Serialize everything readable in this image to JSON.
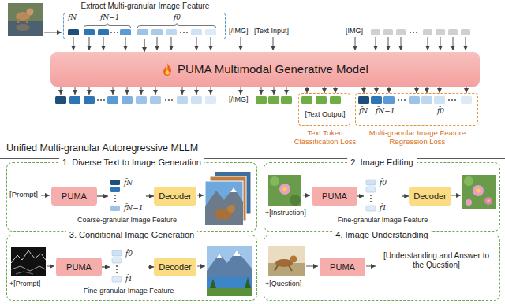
{
  "diagram": {
    "nodes": [
      {
        "text": [
          "Extract Multi-granular Image Feature",
          "f̂N",
          "f̂N−1",
          "f̂0"
        ]
      },
      {
        "text": [
          "PUMA Multimodal Generative Model"
        ]
      },
      {
        "text": [
          "[Text Output]",
          "Text Token Classification Loss"
        ]
      },
      {
        "text": [
          "f̂N",
          "f̂N−1",
          "f̂0",
          "Multi-granular Image Feature Regression Loss"
        ]
      },
      {
        "text": [
          "1. Diverse Text to Image Generation"
        ]
      },
      {
        "text": [
          "PUMA"
        ],
        "in": 4
      },
      {
        "text": [
          "f̂N",
          "f̂N−1",
          "Coarse-granular Image Feature"
        ],
        "in": 4
      },
      {
        "text": [
          "Decoder"
        ],
        "in": 4
      },
      {
        "text": [
          "2. Image Editing"
        ]
      },
      {
        "text": [
          "PUMA"
        ],
        "in": 8
      },
      {
        "text": [
          "f̂0",
          "f̂1",
          "Fine-granular Image Feature"
        ],
        "in": 8
      },
      {
        "text": [
          "Decoder"
        ],
        "in": 8
      },
      {
        "text": [
          "3. Conditional Image Generation"
        ]
      },
      {
        "text": [
          "PUMA"
        ],
        "in": 12
      },
      {
        "text": [
          "f̂0",
          "f̂1",
          "Fine-granular Image Feature"
        ],
        "in": 12
      },
      {
        "text": [
          "Decoder"
        ],
        "in": 12
      },
      {
        "text": [
          "4. Image Understanding"
        ]
      },
      {
        "text": [
          "PUMA"
        ],
        "in": 16
      }
    ],
    "edges": [
      {
        "from": 0,
        "to": 1,
        "arrow": "to"
      },
      {
        "from": 1,
        "to": 2,
        "arrow": "to"
      },
      {
        "from": 1,
        "to": 3,
        "arrow": "to"
      },
      {
        "from": 5,
        "to": 6,
        "arrow": "to"
      },
      {
        "from": 6,
        "to": 7,
        "arrow": "to"
      },
      {
        "from": 9,
        "to": 10,
        "arrow": "to"
      },
      {
        "from": 10,
        "to": 11,
        "arrow": "to"
      },
      {
        "from": 13,
        "to": 14,
        "arrow": "to"
      },
      {
        "from": 14,
        "to": 15,
        "arrow": "to"
      }
    ],
    "labels": [
      "[/IMG]",
      "[Text Input]",
      "[IMG]",
      "[/IMG]",
      "Unified Multi-granular Autoregressive MLLM",
      "[Prompt]",
      "+[Instruction]",
      "+[Prompt]",
      "+[Question]",
      "[Understanding and Answer to the Question]"
    ]
  }
}
